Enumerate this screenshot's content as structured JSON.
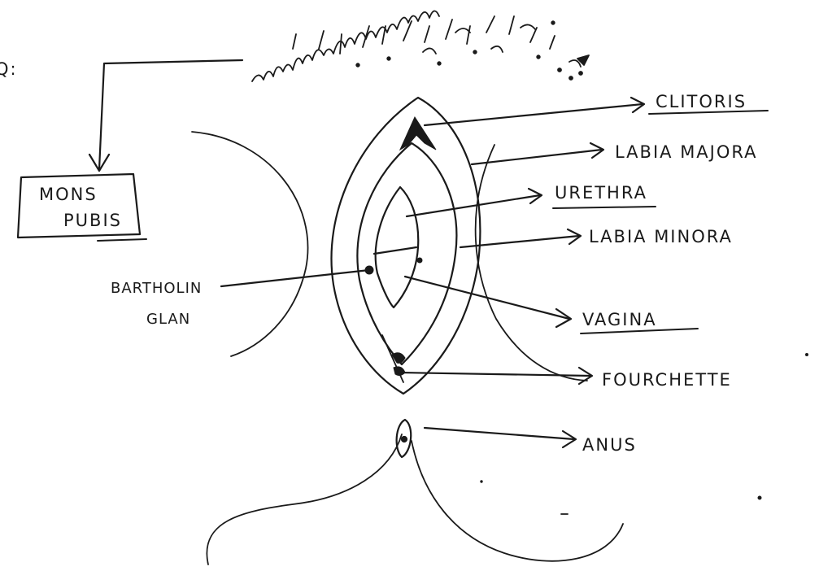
{
  "diagram": {
    "prefix": "Q:",
    "labels": {
      "clitoris": "CLITORIS",
      "labia_majora": "LABIA MAJORA",
      "urethra": "URETHRA",
      "labia_minora": "LABIA MINORA",
      "vagina": "VAGINA",
      "fourchette": "FOURCHETTE",
      "anus": "ANUS",
      "mons_pubis_line1": "MONS",
      "mons_pubis_line2": "PUBIS",
      "bartholin_line1": "BARTHOLIN",
      "bartholin_line2": "GLAN"
    }
  }
}
